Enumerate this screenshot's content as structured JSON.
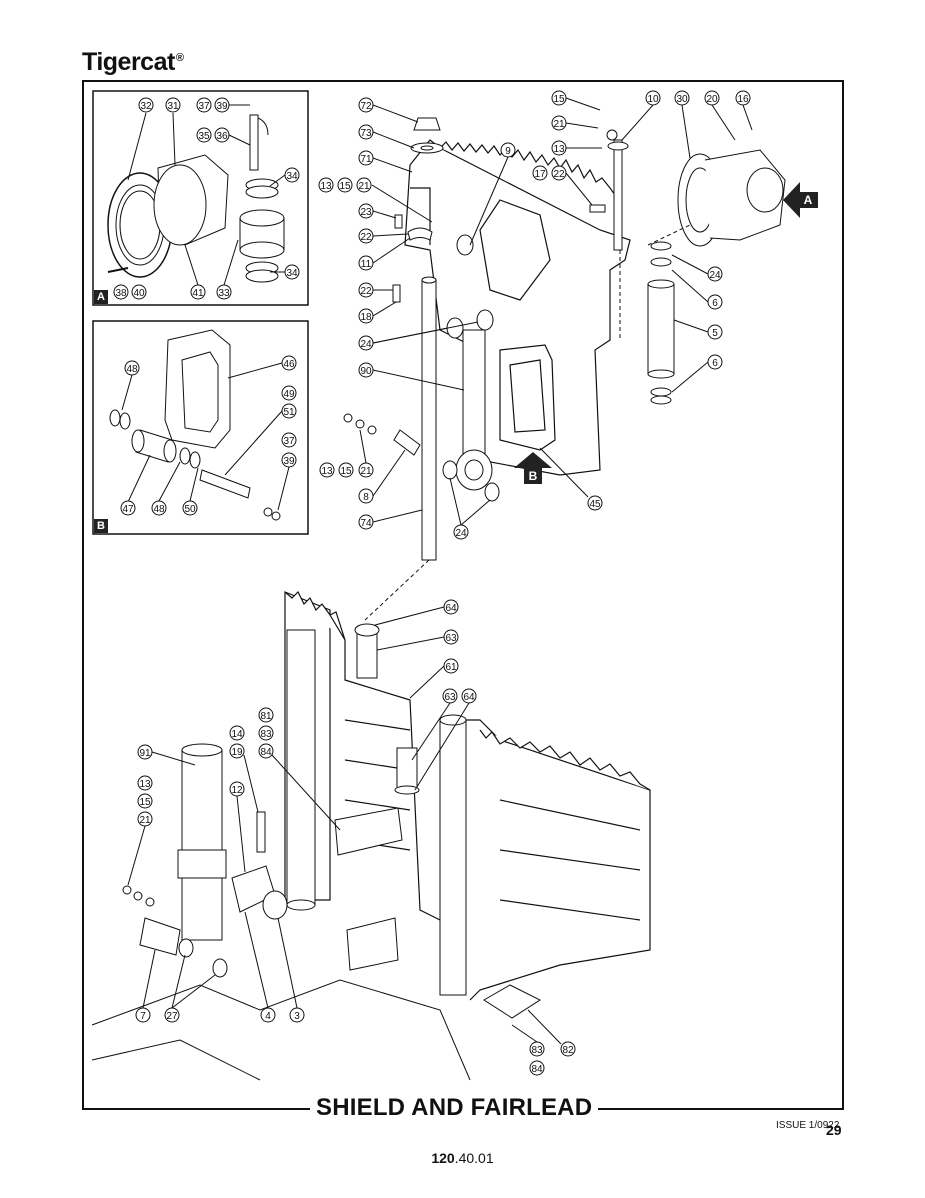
{
  "brand": {
    "name": "Tigercat",
    "mark": "®"
  },
  "title": "SHIELD AND FAIRLEAD",
  "issue": "ISSUE 1/0922",
  "sheet": "29",
  "page_number": {
    "bold": "120",
    "rest": ".40.01"
  },
  "insets": [
    {
      "label": "A"
    },
    {
      "label": "B"
    }
  ],
  "view_arrows": [
    {
      "label": "A"
    },
    {
      "label": "B"
    }
  ],
  "callouts": [
    {
      "id": "c1",
      "n": "32"
    },
    {
      "id": "c2",
      "n": "31"
    },
    {
      "id": "c3",
      "n": "37"
    },
    {
      "id": "c4",
      "n": "39"
    },
    {
      "id": "c5",
      "n": "35"
    },
    {
      "id": "c6",
      "n": "36"
    },
    {
      "id": "c7",
      "n": "34"
    },
    {
      "id": "c8",
      "n": "34"
    },
    {
      "id": "c9",
      "n": "38"
    },
    {
      "id": "c10",
      "n": "40"
    },
    {
      "id": "c11",
      "n": "41"
    },
    {
      "id": "c12",
      "n": "33"
    },
    {
      "id": "c13",
      "n": "48"
    },
    {
      "id": "c14",
      "n": "46"
    },
    {
      "id": "c15",
      "n": "49"
    },
    {
      "id": "c16",
      "n": "51"
    },
    {
      "id": "c17",
      "n": "37"
    },
    {
      "id": "c18",
      "n": "39"
    },
    {
      "id": "c19",
      "n": "47"
    },
    {
      "id": "c20",
      "n": "48"
    },
    {
      "id": "c21",
      "n": "50"
    },
    {
      "id": "c22",
      "n": "72"
    },
    {
      "id": "c23",
      "n": "73"
    },
    {
      "id": "c24",
      "n": "71"
    },
    {
      "id": "c25",
      "n": "9"
    },
    {
      "id": "c26",
      "n": "13"
    },
    {
      "id": "c27",
      "n": "15"
    },
    {
      "id": "c28",
      "n": "21"
    },
    {
      "id": "c29",
      "n": "23"
    },
    {
      "id": "c30",
      "n": "22"
    },
    {
      "id": "c31",
      "n": "11"
    },
    {
      "id": "c32",
      "n": "22"
    },
    {
      "id": "c33",
      "n": "18"
    },
    {
      "id": "c34",
      "n": "24"
    },
    {
      "id": "c35",
      "n": "90"
    },
    {
      "id": "c36",
      "n": "13"
    },
    {
      "id": "c37",
      "n": "15"
    },
    {
      "id": "c38",
      "n": "21"
    },
    {
      "id": "c39",
      "n": "8"
    },
    {
      "id": "c40",
      "n": "74"
    },
    {
      "id": "c41",
      "n": "24"
    },
    {
      "id": "c42",
      "n": "45"
    },
    {
      "id": "c43",
      "n": "15"
    },
    {
      "id": "c44",
      "n": "21"
    },
    {
      "id": "c45",
      "n": "13"
    },
    {
      "id": "c46",
      "n": "17"
    },
    {
      "id": "c47",
      "n": "22"
    },
    {
      "id": "c48",
      "n": "10"
    },
    {
      "id": "c49",
      "n": "30"
    },
    {
      "id": "c50",
      "n": "20"
    },
    {
      "id": "c51",
      "n": "16"
    },
    {
      "id": "c52",
      "n": "24"
    },
    {
      "id": "c53",
      "n": "6"
    },
    {
      "id": "c54",
      "n": "5"
    },
    {
      "id": "c55",
      "n": "6"
    },
    {
      "id": "c56",
      "n": "64"
    },
    {
      "id": "c57",
      "n": "63"
    },
    {
      "id": "c58",
      "n": "61"
    },
    {
      "id": "c59",
      "n": "63"
    },
    {
      "id": "c60",
      "n": "64"
    },
    {
      "id": "c61",
      "n": "81"
    },
    {
      "id": "c62",
      "n": "83"
    },
    {
      "id": "c63",
      "n": "84"
    },
    {
      "id": "c64",
      "n": "14"
    },
    {
      "id": "c65",
      "n": "19"
    },
    {
      "id": "c66",
      "n": "12"
    },
    {
      "id": "c67",
      "n": "91"
    },
    {
      "id": "c68",
      "n": "13"
    },
    {
      "id": "c69",
      "n": "15"
    },
    {
      "id": "c70",
      "n": "21"
    },
    {
      "id": "c71",
      "n": "7"
    },
    {
      "id": "c72",
      "n": "27"
    },
    {
      "id": "c73",
      "n": "4"
    },
    {
      "id": "c74",
      "n": "3"
    },
    {
      "id": "c75",
      "n": "83"
    },
    {
      "id": "c76",
      "n": "82"
    },
    {
      "id": "c77",
      "n": "84"
    }
  ]
}
